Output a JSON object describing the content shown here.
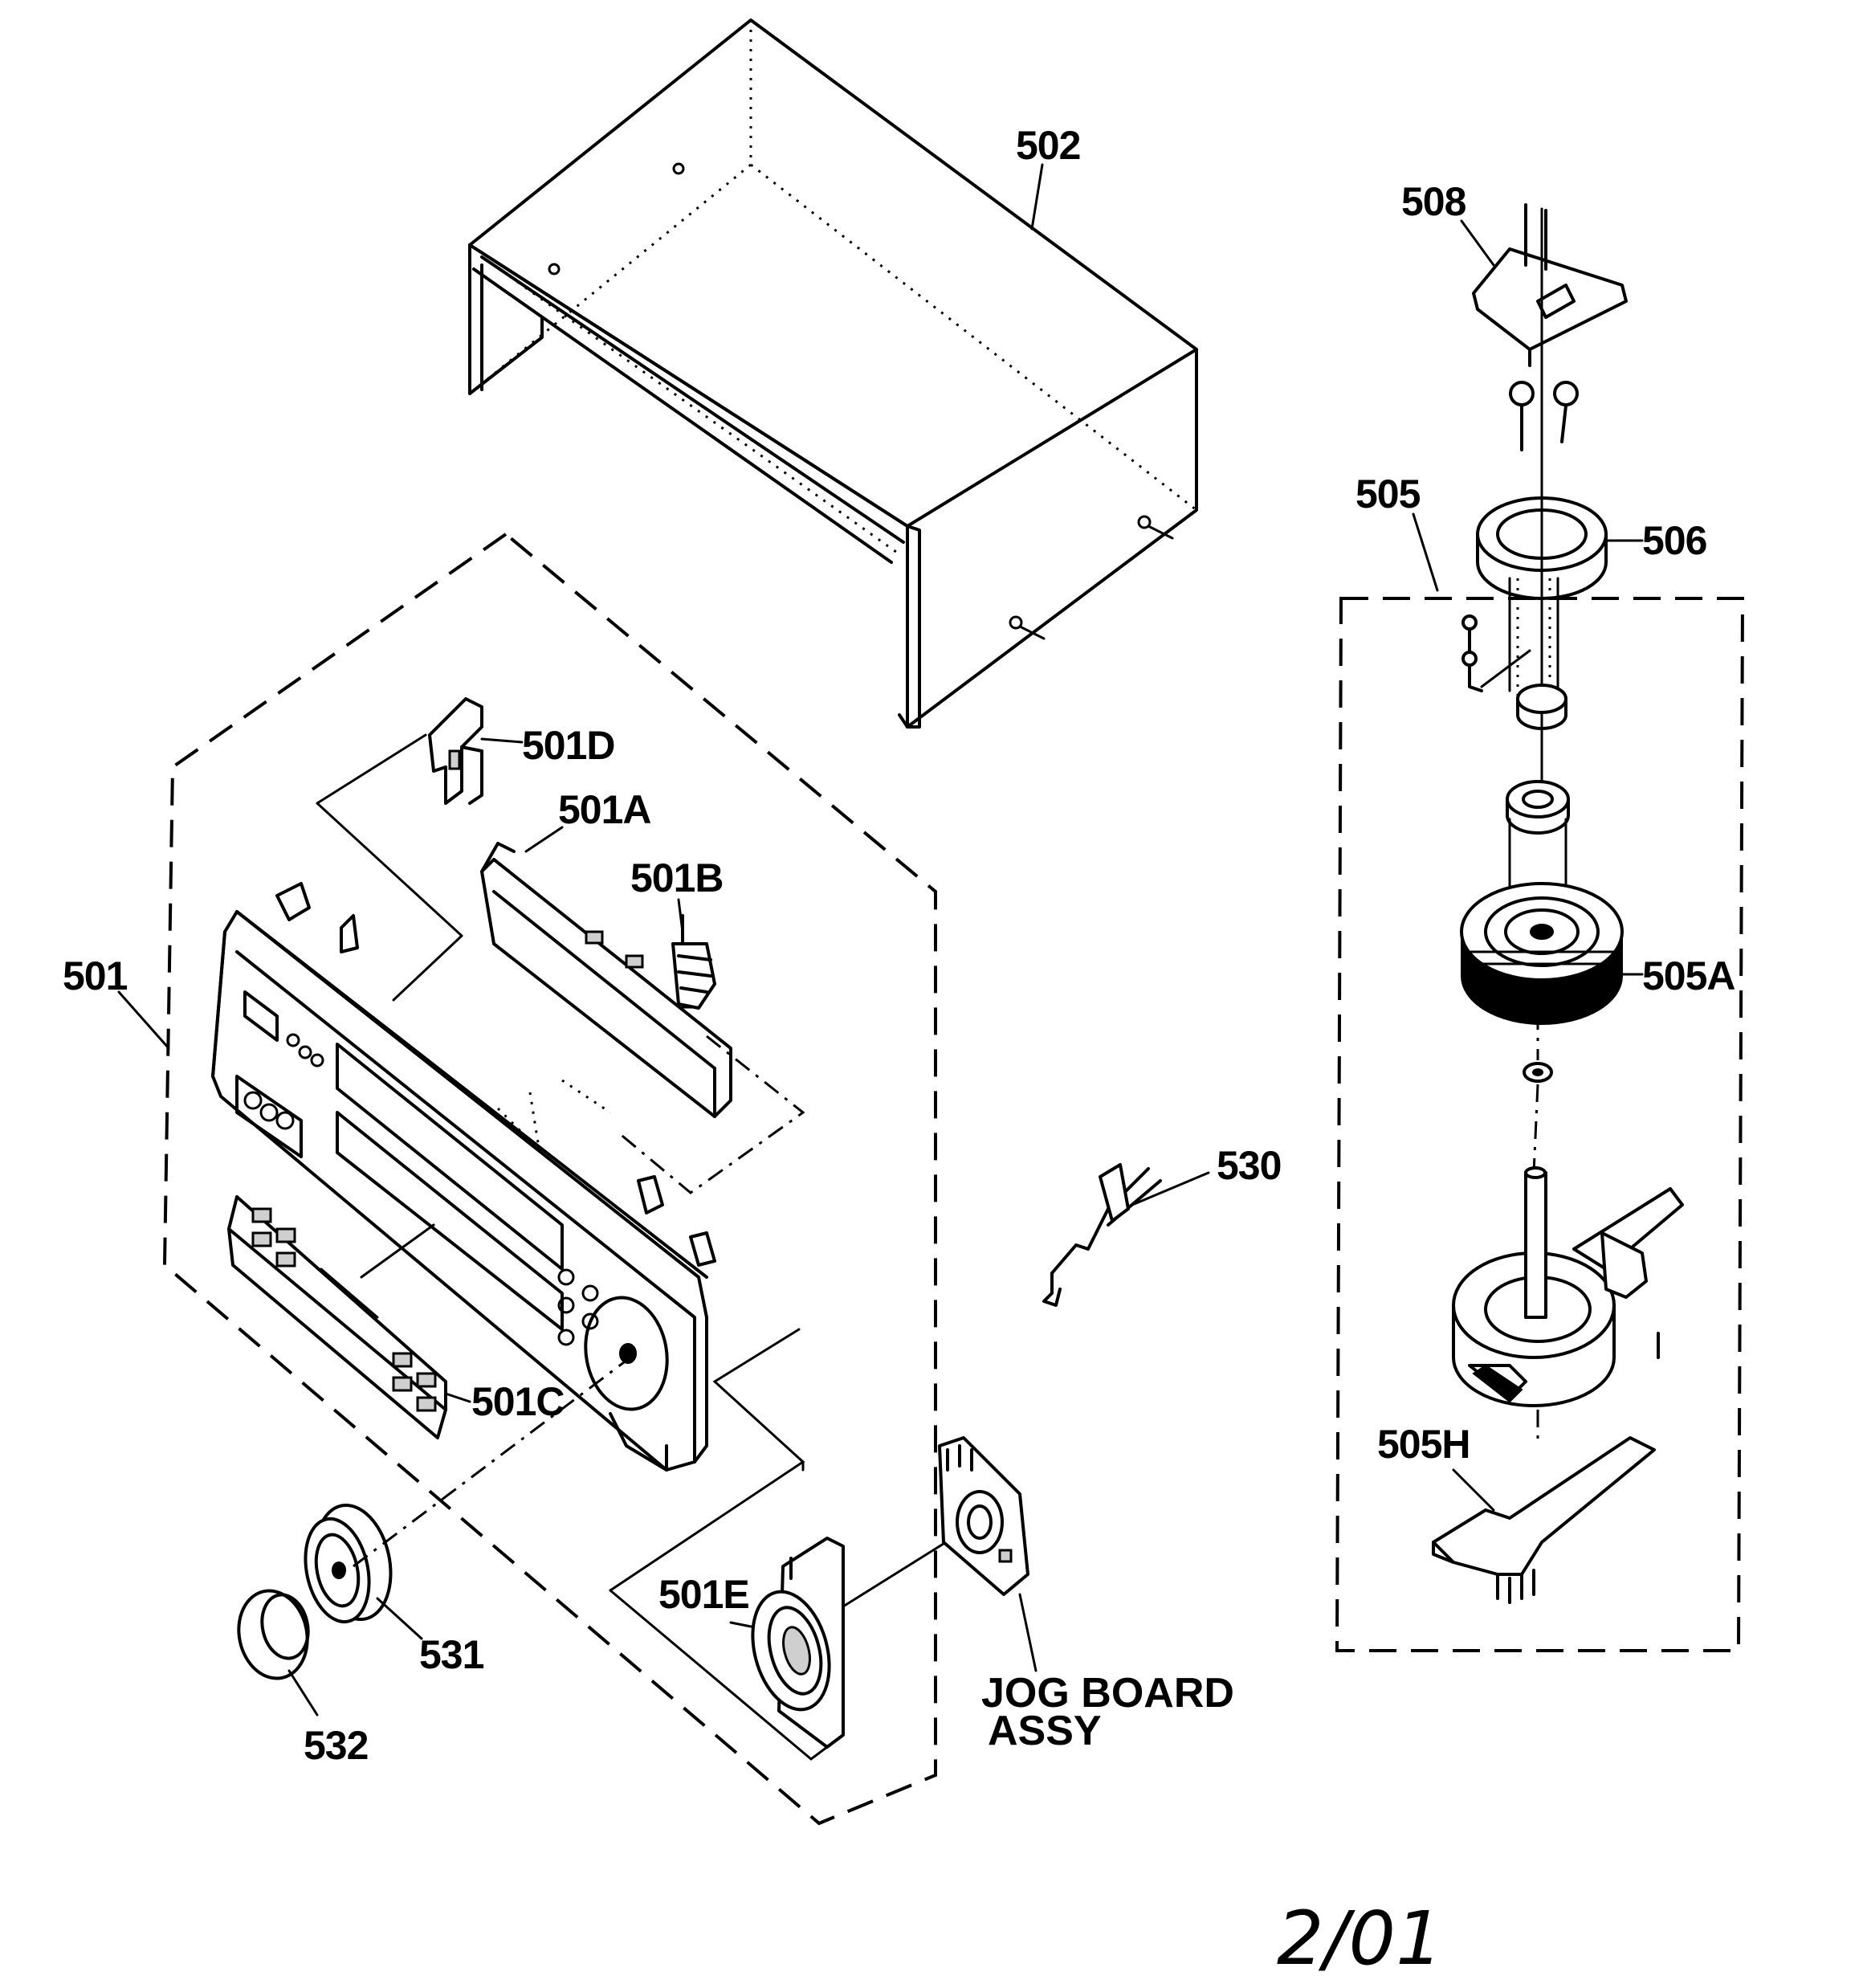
{
  "labels": {
    "p502": "502",
    "p508": "508",
    "p505": "505",
    "p506": "506",
    "p505A": "505A",
    "p530": "530",
    "p505H": "505H",
    "p501": "501",
    "p501D": "501D",
    "p501A": "501A",
    "p501B": "501B",
    "p501C": "501C",
    "p501E": "501E",
    "p531": "531",
    "p532": "532",
    "jog_line1": "JOG BOARD",
    "jog_line2": "ASSY"
  },
  "date_stamp": "2/01"
}
